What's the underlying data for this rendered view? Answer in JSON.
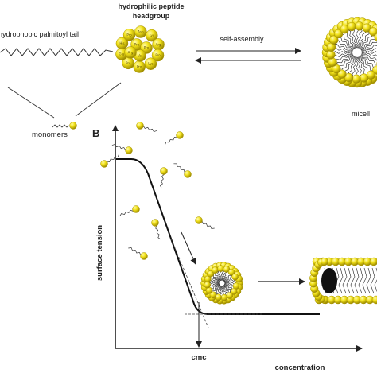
{
  "labels": {
    "tail": "hydrophobic palmitoyl tail",
    "headgroup_line1": "hydrophilic peptide",
    "headgroup_line2": "headgroup",
    "self_assembly": "self-assembly",
    "micelle": "micell",
    "monomers": "monomers",
    "panel_b": "B",
    "y_axis": "surface tension",
    "cmc": "cmc",
    "x_axis": "concentration"
  },
  "peptide_beads": [
    "His",
    "Pro",
    "Asp",
    "Lys",
    "Arg",
    "Pro",
    "Lys",
    "Pro",
    "Pro",
    "Glu",
    "Pro",
    "Pro",
    "Val",
    "Arg"
  ],
  "colors": {
    "bead_fill": "#f2e21a",
    "bead_stroke": "#a89400",
    "line": "#222222"
  }
}
